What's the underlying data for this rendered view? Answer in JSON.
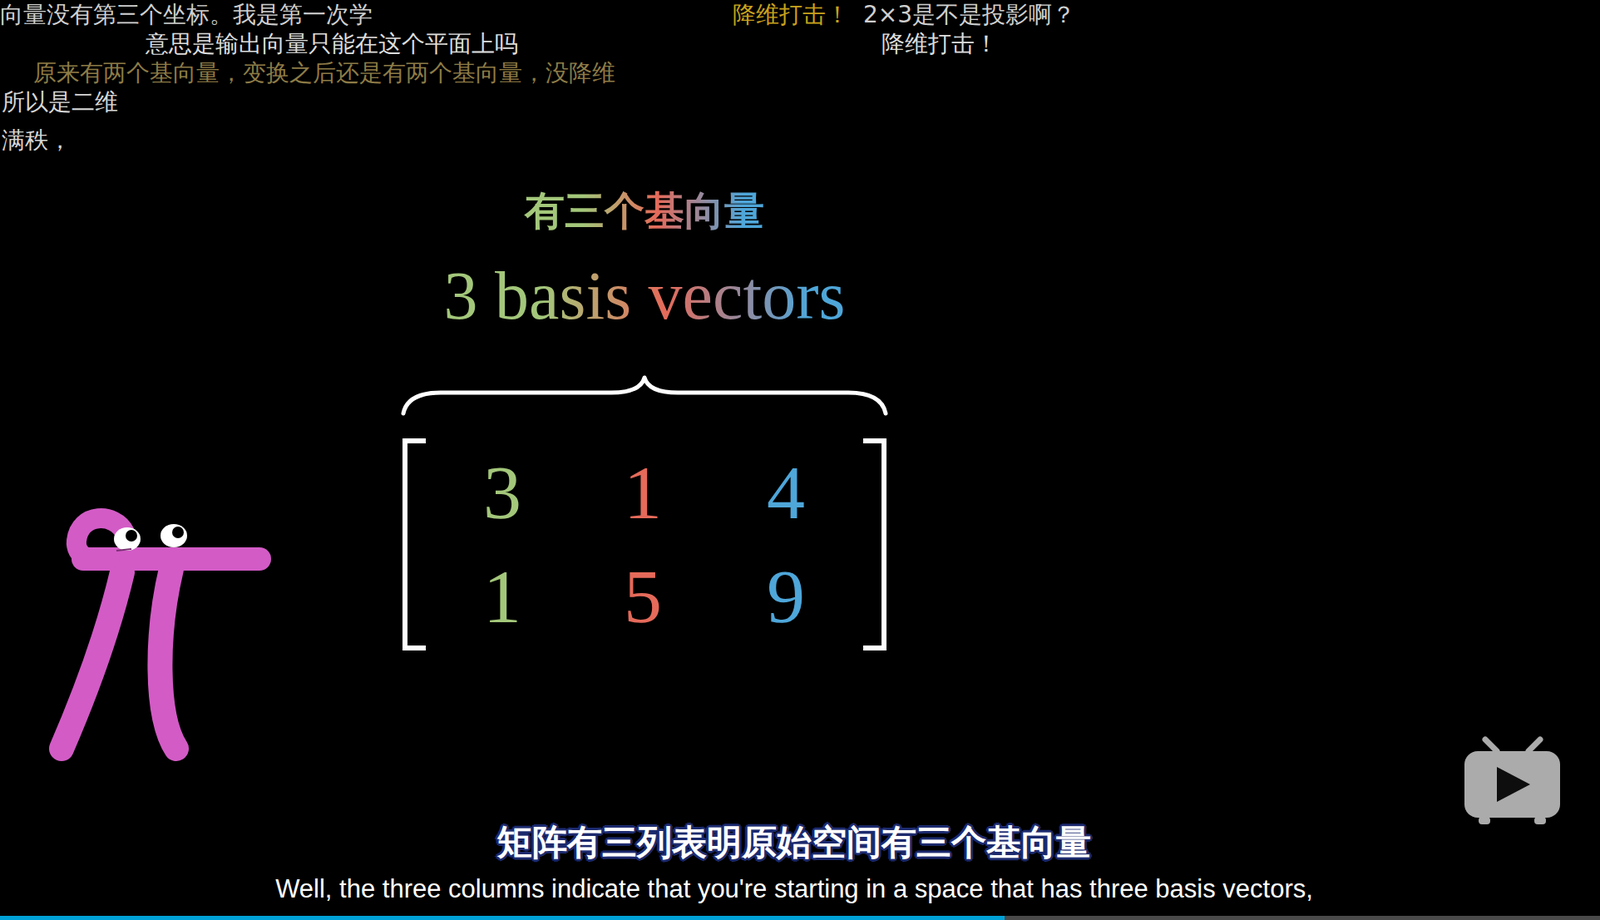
{
  "diagram": {
    "labels": [
      "向量没有第三个坐标。我是第一次学",
      "降维打击！",
      "2×3是不是投影啊？",
      "意思是输出向量只能在这个平面上吗",
      "降维打击！",
      "原来有两个基向量，变换之后还是有两个基向量，没降维",
      "所以是二维",
      "满秩，",
      "有三个基向量",
      "3 basis vectors",
      "3",
      "1",
      "4",
      "1",
      "5",
      "9",
      "矩阵有三列表明原始空间有三个基向量",
      "Well, the three columns indicate that you're starting in a space that has three basis vectors,"
    ]
  }
}
